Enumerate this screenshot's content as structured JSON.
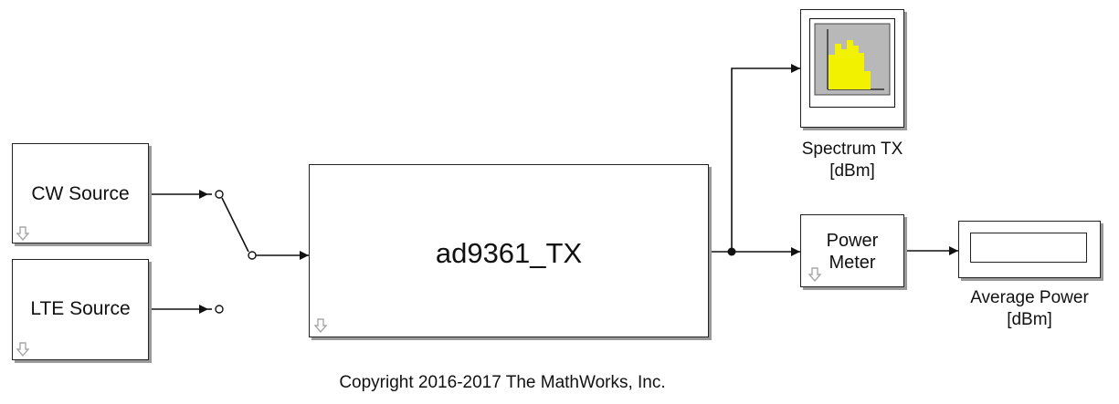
{
  "blocks": {
    "cw_source": {
      "label": "CW Source"
    },
    "lte_source": {
      "label": "LTE Source"
    },
    "ad9361_tx": {
      "label": "ad9361_TX"
    },
    "spectrum_tx": {
      "label_line1": "Spectrum TX",
      "label_line2": "[dBm]"
    },
    "power_meter": {
      "label_line1": "Power",
      "label_line2": "Meter"
    },
    "average_power": {
      "label_line1": "Average Power",
      "label_line2": "[dBm]",
      "value": ""
    }
  },
  "footer": {
    "copyright": "Copyright 2016-2017 The MathWorks, Inc."
  },
  "colors": {
    "spectrum_bars": "#f2f200",
    "spectrum_bg": "#b8b8b8",
    "shadow": "#9a9a9a",
    "wire": "#111111"
  }
}
